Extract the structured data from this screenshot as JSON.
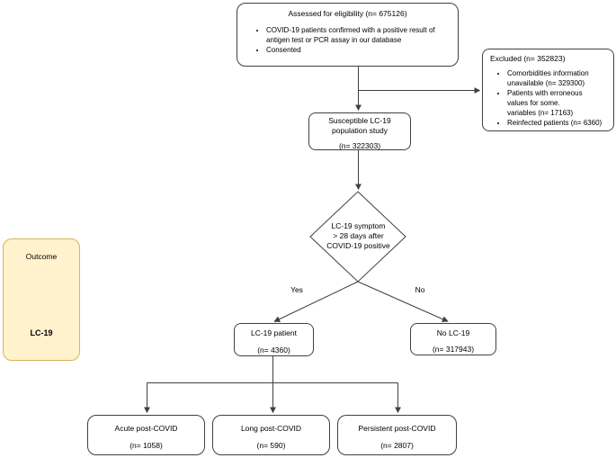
{
  "diagram": {
    "assessed": {
      "title": "Assessed for eligibility (n= 675126)",
      "bullet1": "COVID-19 patients confirmed with a positive result of antigen test or PCR assay in our database",
      "bullet2": "Consented"
    },
    "excluded": {
      "title": "Excluded (n= 352823)",
      "bullet1": "Comorbidities information\nunavailable (n= 329300)",
      "bullet2": "Patients with erroneous\nvalues for some.\nvariables (n= 17163)",
      "bullet3": "Reinfected patients (n= 6360)"
    },
    "susceptible": {
      "title": "Susceptible LC-19\npopulation study",
      "n": "(n= 322303)"
    },
    "decision": {
      "text": "LC-19 symptom\n> 28 days after\nCOVID-19 positive",
      "yes": "Yes",
      "no": "No"
    },
    "lc19_patient": {
      "label": "LC-19 patient",
      "n": "(n= 4360)"
    },
    "no_lc19": {
      "label": "No LC-19",
      "n": "(n= 317943)"
    },
    "acute": {
      "label": "Acute post-COVID",
      "n": "(n= 1058)"
    },
    "long_covid": {
      "label": "Long post-COVID",
      "n": "(n= 590)"
    },
    "persistent": {
      "label": "Persistent post-COVID",
      "n": "(n= 2807)"
    },
    "outcome": {
      "title": "Outcome",
      "label": "LC-19"
    },
    "colors": {
      "line": "#404040",
      "box_border": "#404040",
      "outcome_fill": "#FFF2CC",
      "outcome_border": "#D6B656"
    }
  }
}
